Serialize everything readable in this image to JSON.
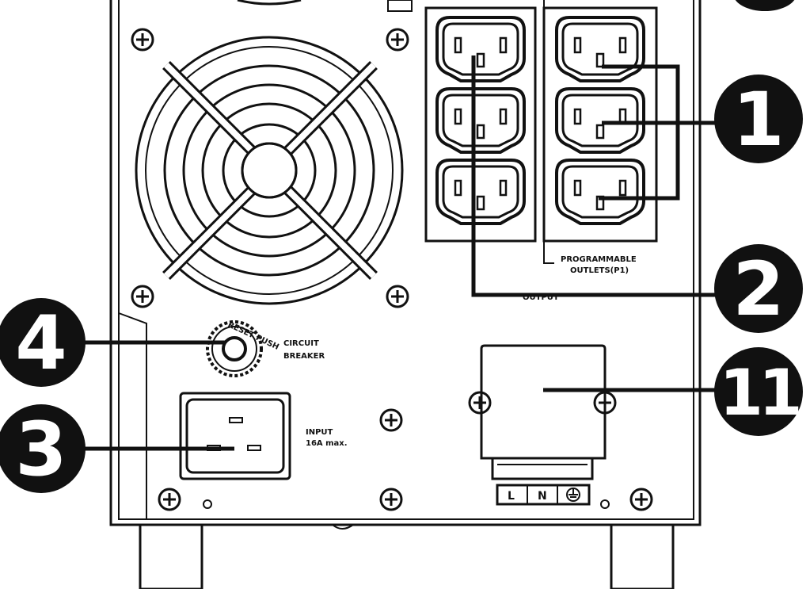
{
  "callouts": [
    {
      "id": "outlets-callout",
      "number": "1"
    },
    {
      "id": "output-callout",
      "number": "2"
    },
    {
      "id": "input-callout",
      "number": "3"
    },
    {
      "id": "breaker-callout",
      "number": "4"
    },
    {
      "id": "comm-slot-callout",
      "number": "11"
    }
  ],
  "labels": {
    "programmable_line1": "PROGRAMMABLE",
    "programmable_line2": "OUTLETS(P1)",
    "output": "OUTPUT",
    "circuit_breaker_line1": "CIRCUIT",
    "circuit_breaker_line2": "BREAKER",
    "breaker_ring": "RESET PUSH",
    "input_line1": "INPUT",
    "input_line2": "16A max.",
    "terminal_l": "L",
    "terminal_n": "N"
  },
  "colors": {
    "ink": "#111111",
    "paper": "#ffffff"
  },
  "icons": [
    "fan-grille-icon",
    "ground-symbol-icon",
    "screw-icon"
  ]
}
